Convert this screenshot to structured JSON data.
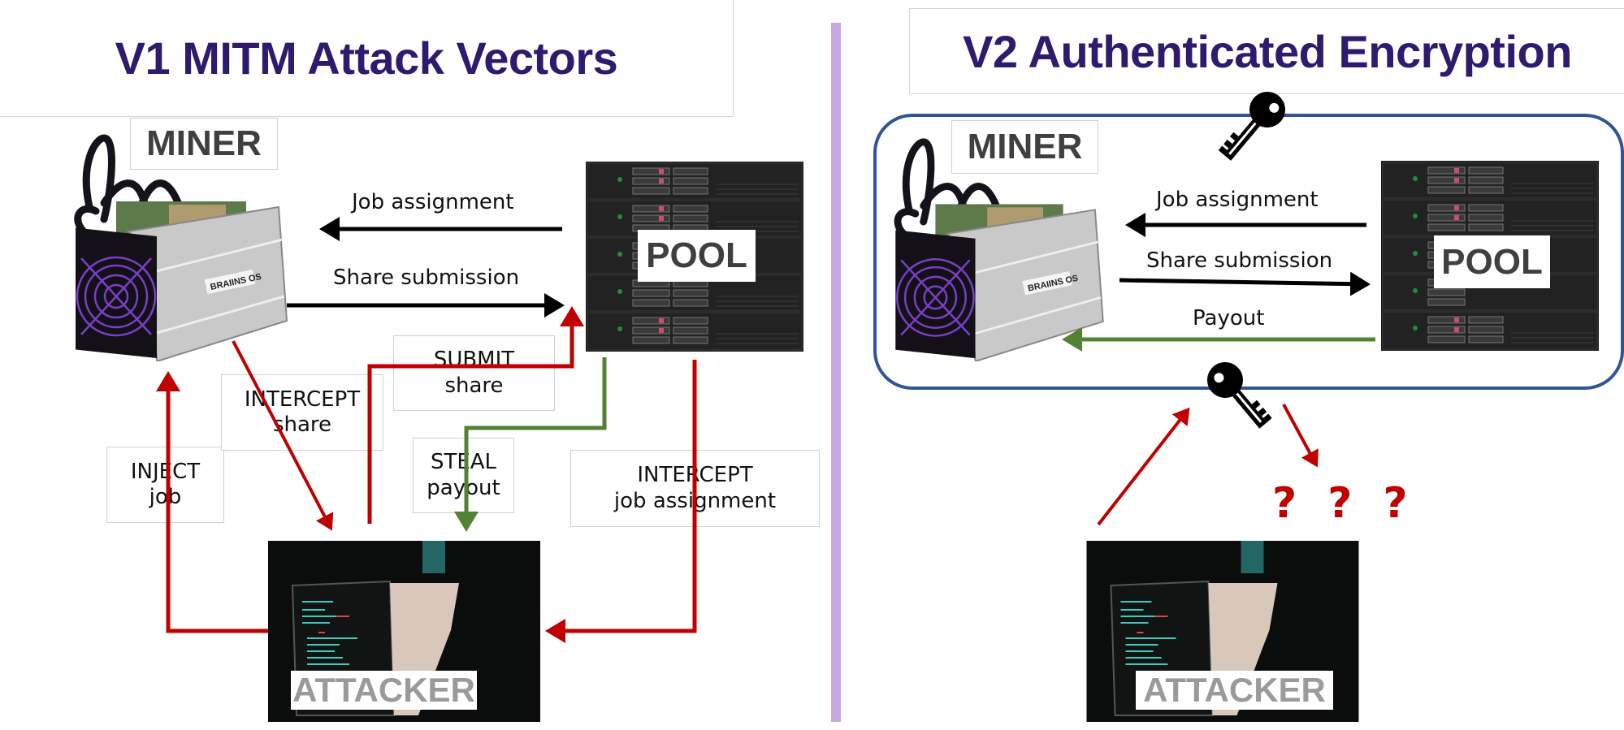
{
  "colors": {
    "title": "#2e1a6e",
    "attack_red": "#c00000",
    "payout_green": "#548235",
    "normal_black": "#000000",
    "encryption_blue": "#2e5596",
    "divider_purple": "#c8a8e0"
  },
  "left_panel": {
    "title": "V1 MITM Attack Vectors",
    "miner_label": "MINER",
    "pool_label": "POOL",
    "attacker_label": "ATTACKER",
    "edges": {
      "job_assignment": "Job assignment",
      "share_submission": "Share submission"
    },
    "callouts": {
      "inject_job": {
        "line1": "INJECT",
        "line2": "job"
      },
      "intercept_share": {
        "line1": "INTERCEPT",
        "line2": "share"
      },
      "submit_share": {
        "line1": "SUBMIT",
        "line2": "share"
      },
      "steal_payout": {
        "line1": "STEAL",
        "line2": "payout"
      },
      "intercept_job": {
        "line1": "INTERCEPT",
        "line2": "job assignment"
      }
    }
  },
  "right_panel": {
    "title": "V2 Authenticated Encryption",
    "miner_label": "MINER",
    "pool_label": "POOL",
    "attacker_label": "ATTACKER",
    "edges": {
      "job_assignment": "Job assignment",
      "share_submission": "Share submission",
      "payout": "Payout"
    },
    "unknown_result": "? ? ?"
  },
  "icons": {
    "key": "key-icon",
    "miner": "asic-miner-image",
    "pool": "server-rack-image",
    "attacker": "hacker-screen-image"
  }
}
